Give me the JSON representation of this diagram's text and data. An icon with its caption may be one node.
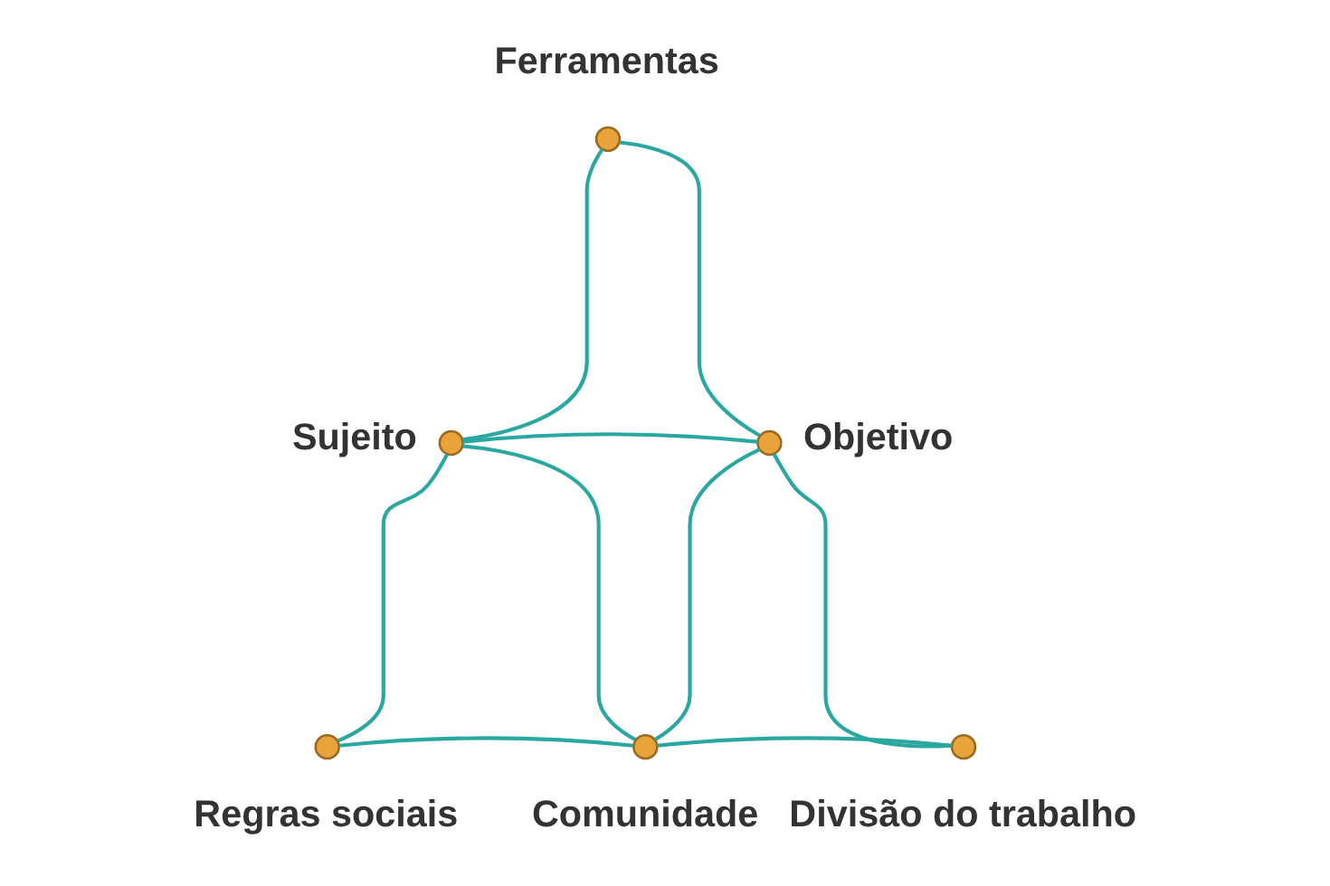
{
  "diagram": {
    "nodes": [
      {
        "text": [],
        "shape": "circle",
        "beside": [
          "Ferramentas"
        ]
      },
      {
        "text": [],
        "shape": "circle",
        "beside": [
          "Sujeito"
        ]
      },
      {
        "text": [],
        "shape": "circle",
        "beside": [
          "Objetivo"
        ]
      },
      {
        "text": [],
        "shape": "circle",
        "beside": [
          "Regras sociais"
        ]
      },
      {
        "text": [],
        "shape": "circle",
        "beside": [
          "Comunidade"
        ]
      },
      {
        "text": [],
        "shape": "circle",
        "beside": [
          "Divisão do trabalho"
        ]
      }
    ],
    "edges": [
      {
        "from": 0,
        "to": 1,
        "arrow": "none"
      },
      {
        "from": 0,
        "to": 2,
        "arrow": "none"
      },
      {
        "from": 1,
        "to": 2,
        "arrow": "none"
      },
      {
        "from": 1,
        "to": 3,
        "arrow": "none"
      },
      {
        "from": 1,
        "to": 4,
        "arrow": "none"
      },
      {
        "from": 2,
        "to": 4,
        "arrow": "none"
      },
      {
        "from": 2,
        "to": 5,
        "arrow": "none"
      },
      {
        "from": 3,
        "to": 4,
        "arrow": "none"
      },
      {
        "from": 4,
        "to": 5,
        "arrow": "none"
      }
    ]
  }
}
